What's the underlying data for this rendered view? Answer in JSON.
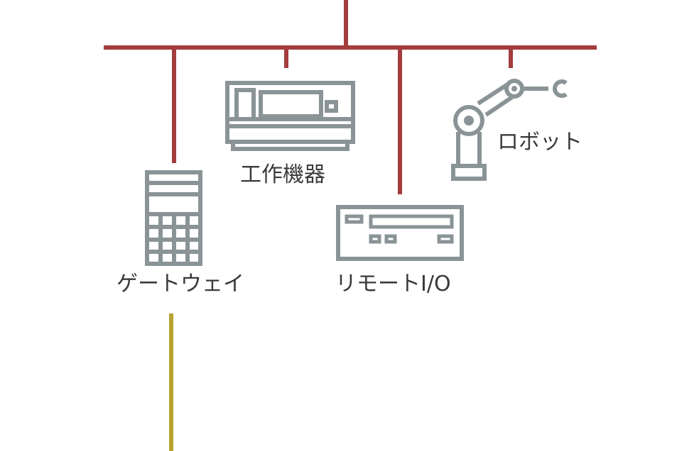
{
  "colors": {
    "bus": "#a33c3c",
    "uplink": "#b5a431",
    "device": "#8a9496",
    "text": "#3a3a3a",
    "background": "#ffffff"
  },
  "nodes": {
    "gateway": {
      "label": "ゲートウェイ",
      "icon": "gateway-controller-icon"
    },
    "machine_tool": {
      "label": "工作機器",
      "icon": "machine-tool-icon"
    },
    "remote_io": {
      "label": "リモートI/O",
      "icon": "remote-io-module-icon"
    },
    "robot": {
      "label": "ロボット",
      "icon": "robot-arm-icon"
    }
  },
  "edges": [
    {
      "from": "backbone",
      "to": "gateway"
    },
    {
      "from": "backbone",
      "to": "machine_tool"
    },
    {
      "from": "backbone",
      "to": "remote_io"
    },
    {
      "from": "backbone",
      "to": "robot"
    },
    {
      "from": "gateway",
      "to": "uplink"
    }
  ]
}
